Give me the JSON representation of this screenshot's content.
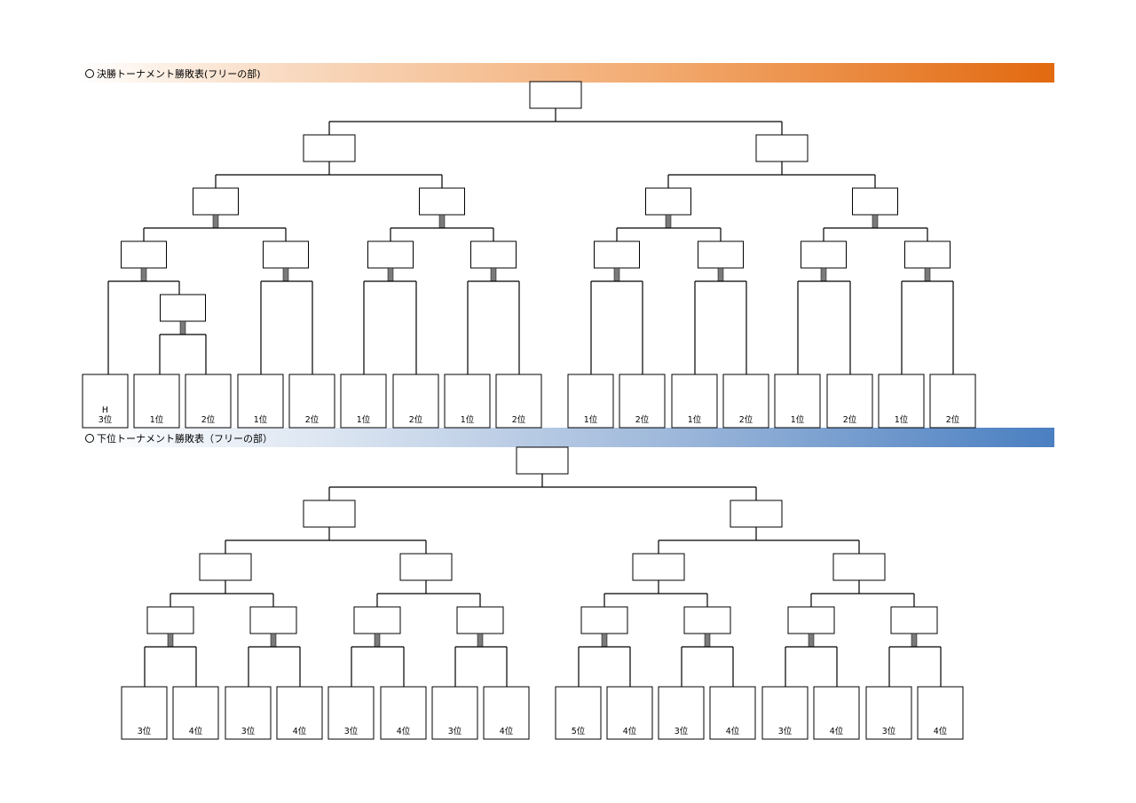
{
  "sections": {
    "top": {
      "title": "決勝トーナメント勝敗表(フリーの部)",
      "seeds": [
        {
          "label": "3位",
          "extra": "H"
        },
        {
          "label": "1位"
        },
        {
          "label": "2位"
        },
        {
          "label": "1位"
        },
        {
          "label": "2位"
        },
        {
          "label": "1位"
        },
        {
          "label": "2位"
        },
        {
          "label": "1位"
        },
        {
          "label": "2位"
        },
        {
          "label": "1位"
        },
        {
          "label": "2位"
        },
        {
          "label": "1位"
        },
        {
          "label": "2位"
        },
        {
          "label": "1位"
        },
        {
          "label": "2位"
        },
        {
          "label": "1位"
        },
        {
          "label": "2位"
        }
      ]
    },
    "bottom": {
      "title": "下位トーナメント勝敗表（フリーの部）",
      "seeds": [
        {
          "label": "3位"
        },
        {
          "label": "4位"
        },
        {
          "label": "3位"
        },
        {
          "label": "4位"
        },
        {
          "label": "3位"
        },
        {
          "label": "4位"
        },
        {
          "label": "3位"
        },
        {
          "label": "4位"
        },
        {
          "label": "5位"
        },
        {
          "label": "4位"
        },
        {
          "label": "3位"
        },
        {
          "label": "4位"
        },
        {
          "label": "3位"
        },
        {
          "label": "4位"
        },
        {
          "label": "3位"
        },
        {
          "label": "4位"
        }
      ]
    }
  },
  "colors": {
    "top_band": "#e2690f",
    "bottom_band": "#4a7fc1",
    "connector": "#7a7a7a"
  }
}
